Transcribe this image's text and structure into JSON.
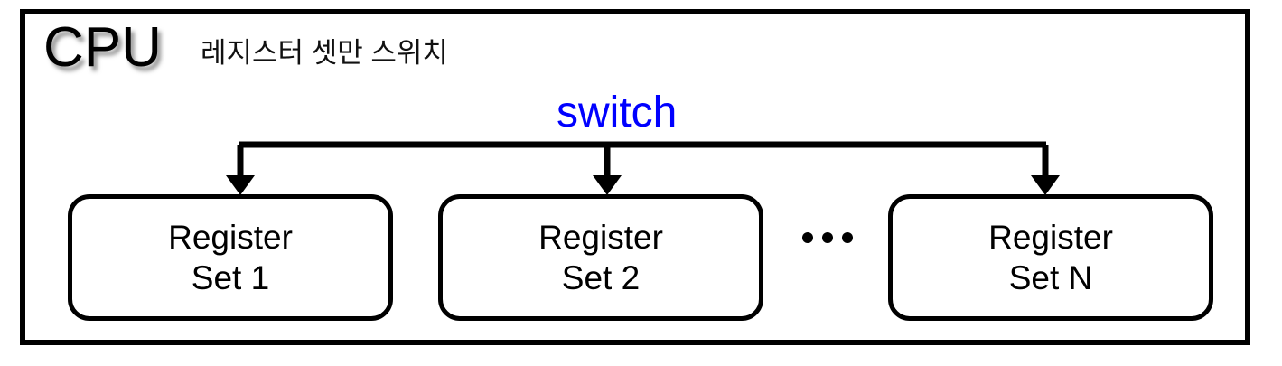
{
  "diagram": {
    "frame": {
      "title": "CPU",
      "subtitle": "레지스터 셋만 스위치",
      "border_color": "#000000"
    },
    "switch_label": {
      "text": "switch",
      "color": "#0000FF"
    },
    "register_sets": [
      {
        "line1": "Register",
        "line2": "Set 1"
      },
      {
        "line1": "Register",
        "line2": "Set 2"
      },
      {
        "line1": "Register",
        "line2": "Set N"
      }
    ],
    "ellipsis": "•••",
    "arrows": {
      "count": 3,
      "color": "#000000",
      "direction": "down"
    }
  }
}
